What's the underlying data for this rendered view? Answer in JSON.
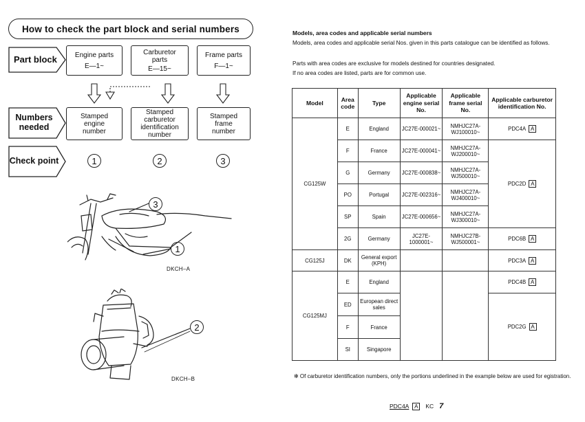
{
  "left": {
    "title": "How to check the part block and serial numbers",
    "row_labels": {
      "part_block": "Part block",
      "numbers_needed": "Numbers needed",
      "check_point": "Check point"
    },
    "part_blocks": [
      {
        "name": "Engine parts",
        "code": "E—1~"
      },
      {
        "name": "Carburetor parts",
        "code": "E—15~"
      },
      {
        "name": "Frame parts",
        "code": "F—1~"
      }
    ],
    "numbers": [
      "Stamped engine number",
      "Stamped carburetor identification number",
      "Stamped frame number"
    ],
    "check_points": [
      "1",
      "2",
      "3"
    ],
    "figures": [
      {
        "label": "DKCH–A",
        "callouts": [
          "3",
          "1"
        ]
      },
      {
        "label": "DKCH–B",
        "callouts": [
          "2"
        ]
      }
    ]
  },
  "right": {
    "heading": "Models, area codes and applicable serial numbers",
    "intro": [
      "Models, area codes and applicable serial Nos. given in this parts catalogue can be identified as follows.",
      "Parts with area codes are exclusive for models destined for countries designated.",
      "If no area codes are listed, parts are for common use."
    ],
    "table": {
      "headers": [
        "Model",
        "Area code",
        "Type",
        "Applicable engine serial No.",
        "Applicable frame serial No.",
        "Applicable carburetor identification No."
      ],
      "rows": [
        {
          "model": "CG125W",
          "area": "E",
          "type": "England",
          "engine": "JC27E-000021~",
          "frame": "NMHJC27A-WJ100010~",
          "carb": "PDC4A",
          "carb_mark": "A"
        },
        {
          "model": "",
          "area": "F",
          "type": "France",
          "engine": "JC27E-000041~",
          "frame": "NMHJC27A-WJ200010~",
          "carb": "PDC2D",
          "carb_mark": "A"
        },
        {
          "model": "",
          "area": "G",
          "type": "Germany",
          "engine": "JC27E-000838~",
          "frame": "NMHJC27A-WJ500010~",
          "carb": "",
          "carb_mark": ""
        },
        {
          "model": "",
          "area": "PO",
          "type": "Portugal",
          "engine": "JC27E-002316~",
          "frame": "NMHJC27A-WJ400010~",
          "carb": "",
          "carb_mark": ""
        },
        {
          "model": "",
          "area": "SP",
          "type": "Spain",
          "engine": "JC27E-000656~",
          "frame": "NMHJC27A-WJ300010~",
          "carb": "",
          "carb_mark": ""
        },
        {
          "model": "",
          "area": "2G",
          "type": "Germany",
          "engine": "JC27E-1000001~",
          "frame": "NMHJC27B-WJ500001~",
          "carb": "PDC6B",
          "carb_mark": "A"
        },
        {
          "model": "CG125J",
          "area": "DK",
          "type": "General export (KPH)",
          "engine": "",
          "frame": "",
          "carb": "PDC3A",
          "carb_mark": "A"
        },
        {
          "model": "CG125MJ",
          "area": "E",
          "type": "England",
          "engine": "",
          "frame": "",
          "carb": "PDC4B",
          "carb_mark": "A"
        },
        {
          "model": "",
          "area": "ED",
          "type": "European direct sales",
          "engine": "",
          "frame": "",
          "carb": "PDC2G",
          "carb_mark": "A"
        },
        {
          "model": "",
          "area": "F",
          "type": "France",
          "engine": "",
          "frame": "",
          "carb": "",
          "carb_mark": ""
        },
        {
          "model": "",
          "area": "SI",
          "type": "Singapore",
          "engine": "",
          "frame": "",
          "carb": "",
          "carb_mark": ""
        }
      ]
    },
    "footnote": "✻ Of carburetor identification numbers, only the portions underlined in the example below are used for egistration.",
    "example": {
      "code": "PDC4A",
      "mark": "A",
      "suffix": "KC",
      "digit": "7"
    }
  }
}
